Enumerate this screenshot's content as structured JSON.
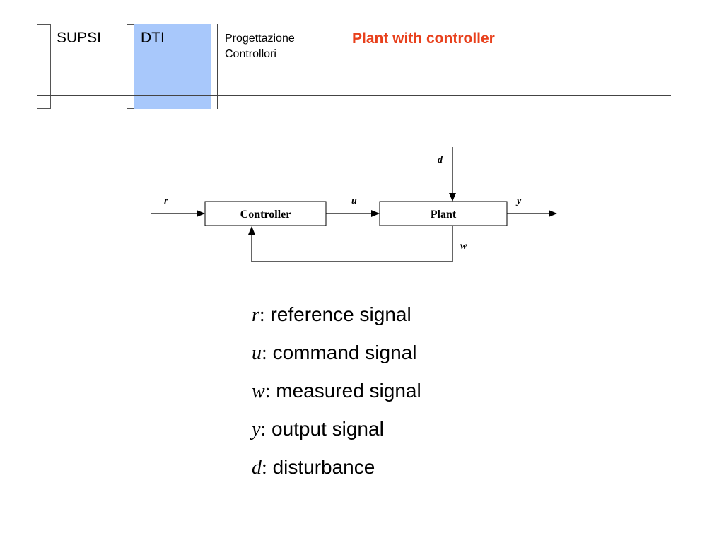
{
  "header": {
    "institution": "SUPSI",
    "department": "DTI",
    "course_line1": "Progettazione",
    "course_line2": "Controllori",
    "title": "Plant with controller",
    "title_color": "#e8401c",
    "dti_accent": "#a8c8fb"
  },
  "diagram": {
    "blocks": {
      "controller": "Controller",
      "plant": "Plant"
    },
    "signals": {
      "r": "r",
      "u": "u",
      "y": "y",
      "d": "d",
      "w": "w"
    }
  },
  "legend": [
    {
      "symbol": "r",
      "colon": ":",
      "description": "reference signal"
    },
    {
      "symbol": "u",
      "colon": ":",
      "description": "command signal"
    },
    {
      "symbol": "w",
      "colon": ":",
      "description": "measured signal"
    },
    {
      "symbol": "y",
      "colon": ":",
      "description": "output signal"
    },
    {
      "symbol": "d",
      "colon": ":",
      "description": "disturbance"
    }
  ]
}
